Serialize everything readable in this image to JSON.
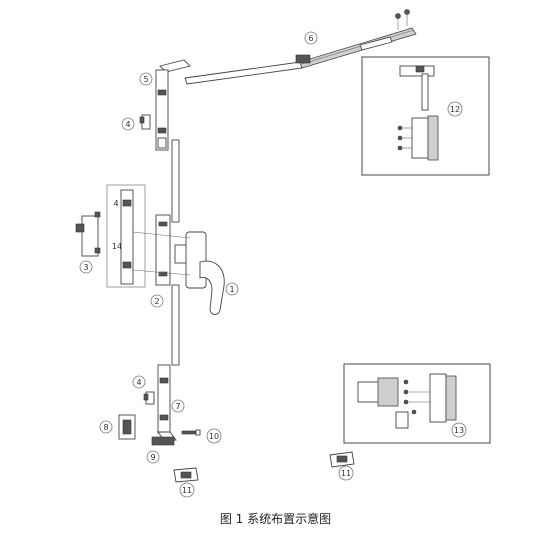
{
  "caption": "图 1 系统布置示意图",
  "callouts": {
    "c1": "1",
    "c2": "2",
    "c3": "3",
    "c4a": "4",
    "c4b": "4",
    "c4c": "4",
    "c5": "5",
    "c6": "6",
    "c7": "7",
    "c8": "8",
    "c9": "9",
    "c10": "10",
    "c11a": "11",
    "c11b": "11",
    "c12": "12",
    "c13": "13",
    "c14": "14"
  }
}
